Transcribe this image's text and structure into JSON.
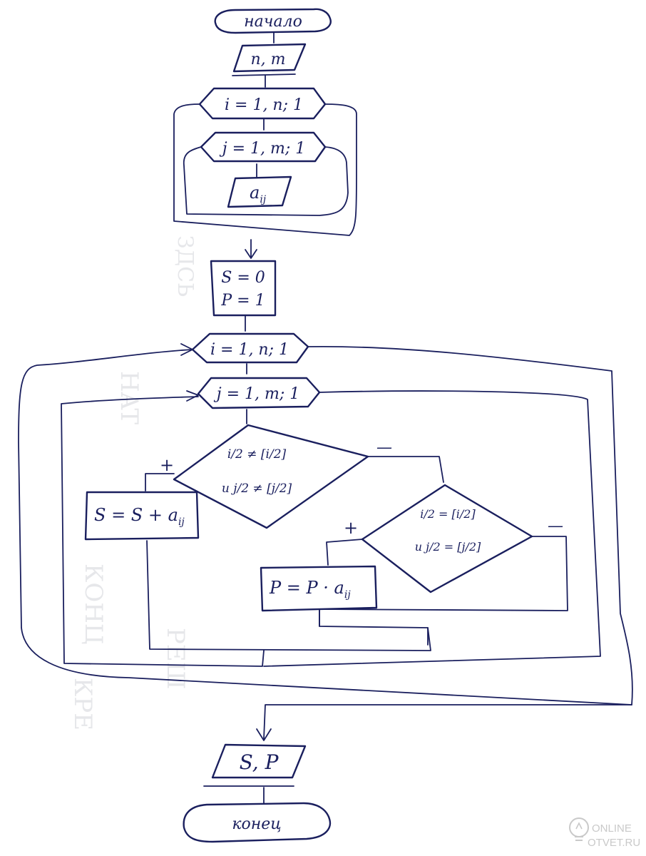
{
  "flowchart": {
    "start": "начало",
    "input_nm": "n, m",
    "loop_i_1": "i = 1, n; 1",
    "loop_j_1": "j = 1, m; 1",
    "input_a": "a",
    "input_a_sub": "ij",
    "init_s": "S = 0",
    "init_p": "P = 1",
    "loop_i_2": "i = 1, n; 1",
    "loop_j_2": "j = 1, m; 1",
    "cond1_line1": "i/2 ≠ [i/2]",
    "cond1_line2": "и j/2 ≠ [j/2]",
    "cond1_plus": "+",
    "cond1_minus": "—",
    "action_sum": "S = S + a",
    "action_sum_sub": "ij",
    "cond2_line1": "i/2 = [i/2]",
    "cond2_line2": "и j/2 = [j/2]",
    "cond2_plus": "+",
    "cond2_minus": "—",
    "action_prod": "P = P · a",
    "action_prod_sub": "ij",
    "output": "S, P",
    "end": "конец"
  },
  "watermark": {
    "line1": "ONLINE",
    "line2": "OTVET.RU"
  },
  "colors": {
    "ink": "#1a1f5e",
    "paper": "#ffffff"
  }
}
